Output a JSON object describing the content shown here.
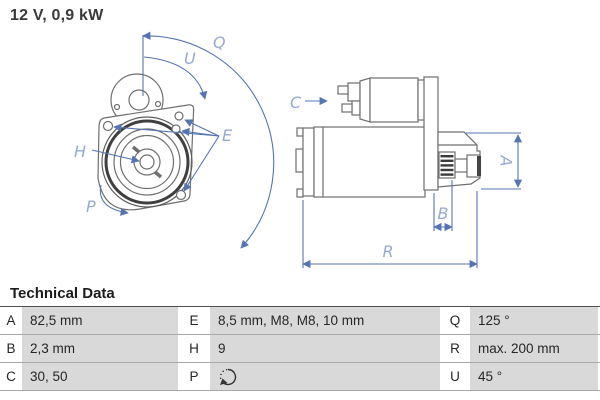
{
  "header": {
    "title": "12 V, 0,9 kW"
  },
  "diagram": {
    "labels": {
      "q": "Q",
      "u": "U",
      "e": "E",
      "h": "H",
      "p": "P",
      "c": "C",
      "a": "A",
      "b": "B",
      "r": "R"
    },
    "colors": {
      "dimension_blue": "#5575b2",
      "label_blue": "#95aad2",
      "outline_gray": "#6f6f6f"
    }
  },
  "tech": {
    "heading": "Technical Data",
    "rows": [
      [
        {
          "key": "A",
          "value": "82,5 mm"
        },
        {
          "key": "E",
          "value": "8,5 mm, M8, M8, 10 mm"
        },
        {
          "key": "Q",
          "value": "125 °"
        }
      ],
      [
        {
          "key": "B",
          "value": "2,3 mm"
        },
        {
          "key": "H",
          "value": "9"
        },
        {
          "key": "R",
          "value": "max. 200 mm"
        }
      ],
      [
        {
          "key": "C",
          "value": "30, 50"
        },
        {
          "key": "P",
          "value": "",
          "icon": "rotation-direction-icon"
        },
        {
          "key": "U",
          "value": "45 °"
        }
      ]
    ]
  }
}
